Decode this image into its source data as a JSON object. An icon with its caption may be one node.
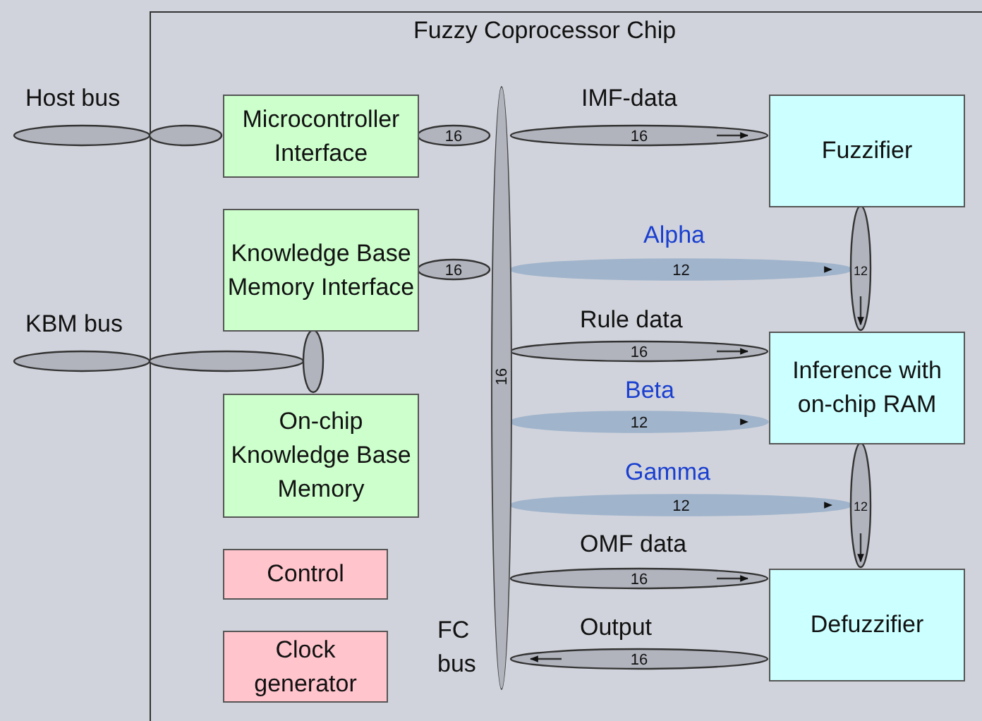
{
  "diagram": {
    "nodes": [
      {
        "text": [
          "Fuzzy Coprocessor Chip"
        ]
      },
      {
        "text": [
          "Microcontroller Interface"
        ],
        "in": 0
      },
      {
        "text": [
          "Knowledge Base Memory Interface"
        ],
        "in": 0
      },
      {
        "text": [
          "On-chip Knowledge Base Memory"
        ],
        "in": 0
      },
      {
        "text": [
          "Control"
        ],
        "in": 0
      },
      {
        "text": [
          "Clock generator"
        ],
        "in": 0
      },
      {
        "text": [
          "16"
        ],
        "beside": [
          "FC bus"
        ],
        "in": 0
      },
      {
        "text": [
          "Fuzzifier"
        ],
        "in": 0
      },
      {
        "text": [
          "Inference with on-chip RAM"
        ],
        "in": 0
      },
      {
        "text": [
          "Defuzzifier"
        ],
        "in": 0
      }
    ],
    "edges": [
      {
        "from": null,
        "to": 1,
        "arrow": "none"
      },
      {
        "from": 1,
        "to": 6,
        "arrow": "none",
        "label": "16"
      },
      {
        "from": 2,
        "to": 6,
        "arrow": "none",
        "label": "16"
      },
      {
        "from": null,
        "to": 2,
        "arrow": "none"
      },
      {
        "from": 2,
        "to": 3,
        "arrow": "none"
      },
      {
        "from": 6,
        "to": 7,
        "arrow": "to",
        "label": "16"
      },
      {
        "from": 6,
        "to": 8,
        "arrow": "to",
        "label": "12",
        "color": "#a0b4cc"
      },
      {
        "from": 7,
        "to": 8,
        "arrow": "to",
        "label": "12"
      },
      {
        "from": 6,
        "to": 8,
        "arrow": "to",
        "label": "16"
      },
      {
        "from": 6,
        "to": 8,
        "arrow": "to",
        "label": "12",
        "color": "#a0b4cc"
      },
      {
        "from": 6,
        "to": 9,
        "arrow": "to",
        "label": "12",
        "color": "#a0b4cc"
      },
      {
        "from": 8,
        "to": 9,
        "arrow": "to",
        "label": "12"
      },
      {
        "from": 6,
        "to": 9,
        "arrow": "to",
        "label": "16"
      },
      {
        "from": 9,
        "to": 6,
        "arrow": "to",
        "label": "16"
      }
    ],
    "labels": [
      "Host bus",
      "KBM bus",
      "IMF-data",
      "Alpha",
      "Rule data",
      "Beta",
      "Gamma",
      "OMF data",
      "Output"
    ]
  }
}
